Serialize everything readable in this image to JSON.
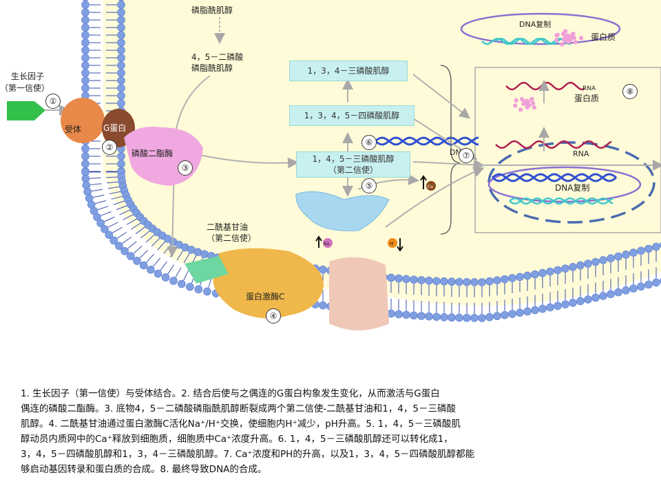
{
  "labels": {
    "pip": "磷脂酰肌醇",
    "pip2_line1": "4，5－二磷酸",
    "pip2_line2": "磷脂酰肌醇",
    "gf_line1": "生长因子",
    "gf_line2": "（第一信使）",
    "receptor": "受体",
    "gprotein": "G蛋白",
    "pde": "磷酸二酯酶",
    "dag_line1": "二酰基甘油",
    "dag_line2": "（第二信使）",
    "pkc": "蛋白激酶C",
    "ip4": "1，3，4，5－四磷酸肌醇",
    "ip3b": "1，3，4－三磷酸肌醇",
    "ip3_line1": "1，4，5－三磷酸肌醇",
    "ip3_line2": "（第二信使）",
    "dna_rep_top": "DNA复制",
    "protein_top": "蛋白质",
    "rna_small": "RNA",
    "protein_mid": "蛋白质",
    "rna_nuc": "RNA",
    "dna_rep_nuc": "DNA复制",
    "dna_label": "DNA",
    "ca": "Ca",
    "na": "Na",
    "h": "H"
  },
  "steps": [
    "①",
    "②",
    "③",
    "④",
    "⑤",
    "⑥",
    "⑦",
    "⑧"
  ],
  "caption": [
    "1. 生长因子（第一信使）与受体结合。2. 结合后使与之偶连的G蛋白构象发生变化，从而激活与G蛋白",
    "偶连的磷酸二酯酶。3. 底物4，5－二磷酸磷脂酰肌醇断裂成两个第二信使-二酰基甘油和1，4，5－三磷酸",
    "肌醇。4. 二酰基甘油通过蛋白激酶C活化Na⁺/H⁺交换，使细胞内H⁺减少，pH升高。5. 1，4，5－三磷酸肌",
    "醇动员内质网中的Ca⁺释放到细胞质，细胞质中Ca⁺浓度升高。6. 1，4，5－三磷酸肌醇还可以转化成1，",
    "3，4，5－四磷酸肌醇和1，3，4－三磷酸肌醇。7. Ca⁺浓度和PH的升高，以及1，3，4，5－四磷酸肌醇都能",
    "够启动基因转录和蛋白质的合成。8. 最终导致DNA的合成。"
  ],
  "colors": {
    "membrane": "#7f9fe0",
    "lipid_tail": "#3a4ea8",
    "receptor": "#e8894a",
    "gprotein": "#8a4a2e",
    "pde": "#f0a8e0",
    "pkc": "#f0b84a",
    "dag": "#6ed6a0",
    "box": "#c9f0f0",
    "dna_blue": "#3050d0",
    "dna_teal": "#40c8c8",
    "rna": "#b02050",
    "nucleus_dash": "#4a6ab0"
  }
}
